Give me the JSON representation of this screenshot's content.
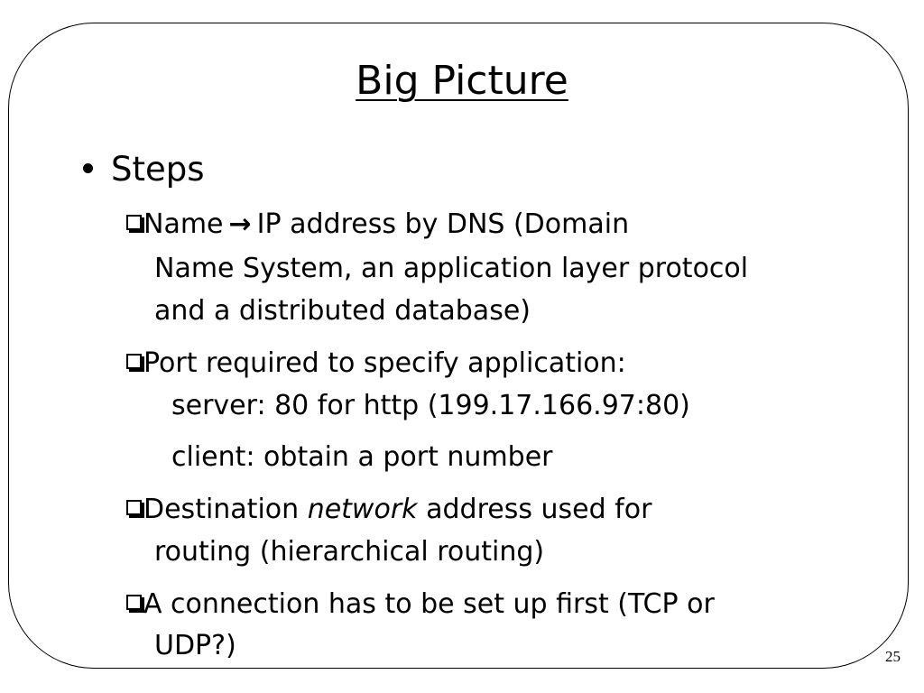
{
  "slide": {
    "title": "Big Picture",
    "page_number": "25",
    "bullet": {
      "label": "Steps"
    },
    "items": [
      {
        "lines": [
          "Name",
          "IP address by DNS (Domain",
          "Name System, an application layer protocol",
          "and a distributed database)"
        ],
        "arrow": "→"
      },
      {
        "lines": [
          "Port required to specify application:",
          "server: 80 for http (199.17.166.97:80)",
          "client: obtain a port number"
        ]
      },
      {
        "lines": [
          "Destination",
          "network",
          "address used for",
          "routing (hierarchical routing)"
        ]
      },
      {
        "lines": [
          "A connection has to be set up first (TCP or",
          "UDP?)"
        ]
      }
    ]
  },
  "icons": {
    "bullet": "filled-circle-bullet-icon",
    "checkbox": "shadowed-square-checkbox-icon",
    "arrow": "right-arrow-icon"
  }
}
